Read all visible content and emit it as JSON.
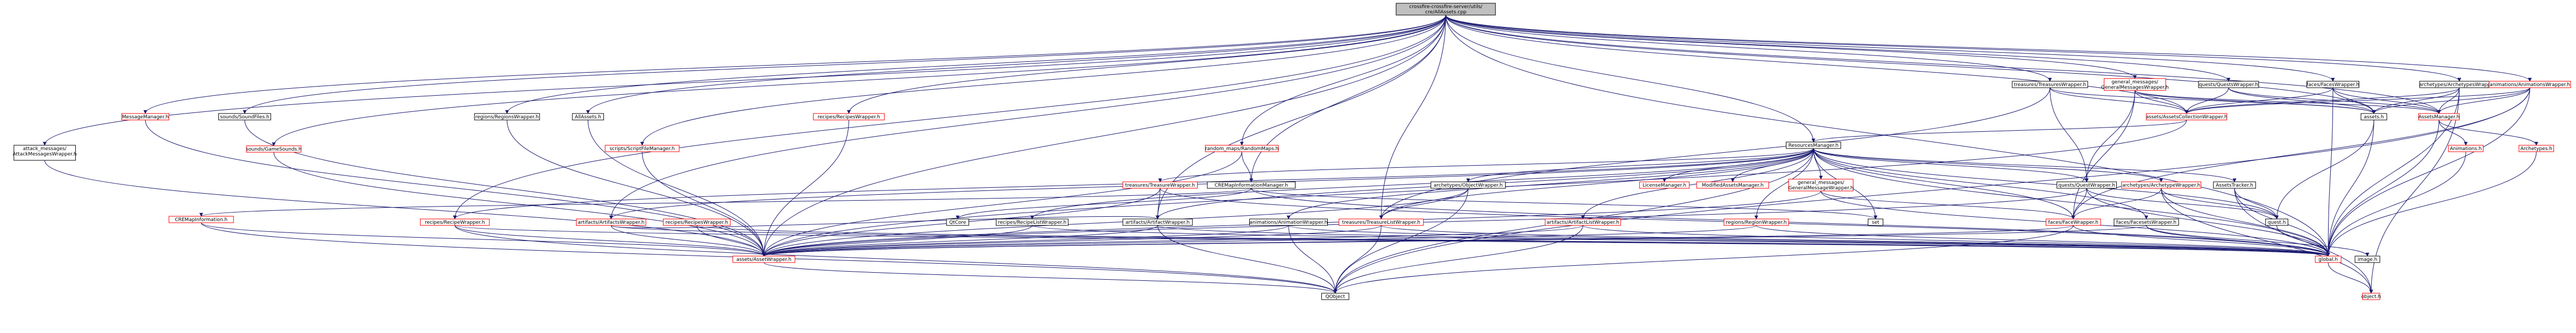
{
  "colors": {
    "edge": "#191970",
    "node_border_documented": "#000000",
    "node_border_undocumented": "#ff0000",
    "node_fill": "#ffffff",
    "root_fill": "#bfbfbf",
    "text": "#000000"
  },
  "nodes": [
    {
      "id": "root",
      "label": "crossfire-crossfire-server/utils/cre/AllAssets.cpp",
      "kind": "root"
    },
    {
      "id": "attack_messages_AttackMessagesWrapper",
      "label": "attack_messages/AttackMessagesWrapper.h",
      "kind": "doc"
    },
    {
      "id": "MessageManager",
      "label": "MessageManager.h",
      "kind": "undoc"
    },
    {
      "id": "sounds_SoundFiles",
      "label": "sounds/SoundFiles.h",
      "kind": "doc"
    },
    {
      "id": "sounds_GameSounds",
      "label": "sounds/GameSounds.h",
      "kind": "undoc"
    },
    {
      "id": "regions_RegionsWrapper",
      "label": "regions/RegionsWrapper.h",
      "kind": "doc"
    },
    {
      "id": "AllAssets",
      "label": "AllAssets.h",
      "kind": "doc"
    },
    {
      "id": "scripts_ScriptFileManager",
      "label": "scripts/ScriptFileManager.h",
      "kind": "undoc"
    },
    {
      "id": "recipes_RecipesWrapper",
      "label": "recipes/RecipesWrapper.h",
      "kind": "undoc"
    },
    {
      "id": "random_maps_RandomMaps",
      "label": "random_maps/RandomMaps.h",
      "kind": "undoc"
    },
    {
      "id": "CREMapInformationManager",
      "label": "CREMapInformationManager.h",
      "kind": "doc"
    },
    {
      "id": "treasures_TreasuresWrapper",
      "label": "treasures/TreasuresWrapper.h",
      "kind": "doc"
    },
    {
      "id": "general_messages_GeneralMessagesWrapper",
      "label": "general_messages/GeneralMessagesWrapper.h",
      "kind": "undoc"
    },
    {
      "id": "quests_QuestsWrapper",
      "label": "quests/QuestsWrapper.h",
      "kind": "doc"
    },
    {
      "id": "faces_FacesWrapper",
      "label": "faces/FacesWrapper.h",
      "kind": "doc"
    },
    {
      "id": "archetypes_ArchetypesWrapper",
      "label": "archetypes/ArchetypesWrapper.h",
      "kind": "doc"
    },
    {
      "id": "animations_AnimationsWrapper",
      "label": "animations/AnimationsWrapper.h",
      "kind": "undoc"
    },
    {
      "id": "assets_AssetsCollectionWrapper",
      "label": "assets/AssetsCollectionWrapper.h",
      "kind": "undoc"
    },
    {
      "id": "assets_h",
      "label": "assets.h",
      "kind": "doc"
    },
    {
      "id": "AssetsManager",
      "label": "AssetsManager.h",
      "kind": "undoc"
    },
    {
      "id": "ResourcesManager",
      "label": "ResourcesManager.h",
      "kind": "doc"
    },
    {
      "id": "Animations",
      "label": "Animations.h",
      "kind": "undoc"
    },
    {
      "id": "Archetypes",
      "label": "Archetypes.h",
      "kind": "undoc"
    },
    {
      "id": "CREMapInformation",
      "label": "CREMapInformation.h",
      "kind": "undoc"
    },
    {
      "id": "recipes_RecipeWrapper",
      "label": "recipes/RecipeWrapper.h",
      "kind": "undoc"
    },
    {
      "id": "artifacts_ArtifactsWrapper",
      "label": "artifacts/ArtifactsWrapper.h",
      "kind": "undoc"
    },
    {
      "id": "recipes_RecipesWrapper2",
      "label": "recipes/RecipesWrapper.h",
      "kind": "undoc"
    },
    {
      "id": "treasures_TreasureWrapper",
      "label": "treasures/TreasureWrapper.h",
      "kind": "undoc"
    },
    {
      "id": "QtCore",
      "label": "QtCore",
      "kind": "doc"
    },
    {
      "id": "recipes_RecipeListWrapper",
      "label": "recipes/RecipeListWrapper.h",
      "kind": "doc"
    },
    {
      "id": "artifacts_ArtifactWrapper",
      "label": "artifacts/ArtifactWrapper.h",
      "kind": "doc"
    },
    {
      "id": "archetypes_ObjectWrapper",
      "label": "archetypes/ObjectWrapper.h",
      "kind": "doc"
    },
    {
      "id": "animations_AnimationWrapper",
      "label": "animations/AnimationWrapper.h",
      "kind": "doc"
    },
    {
      "id": "treasures_TreasureListWrapper",
      "label": "treasures/TreasureListWrapper.h",
      "kind": "undoc"
    },
    {
      "id": "artifacts_ArtifactListWrapper",
      "label": "artifacts/ArtifactListWrapper.h",
      "kind": "undoc"
    },
    {
      "id": "LicenseManager",
      "label": "LicenseManager.h",
      "kind": "undoc"
    },
    {
      "id": "ModifiedAssetsManager",
      "label": "ModifiedAssetsManager.h",
      "kind": "undoc"
    },
    {
      "id": "general_messages_GeneralMessageWrapper",
      "label": "general_messages/GeneralMessageWrapper.h",
      "kind": "undoc"
    },
    {
      "id": "regions_RegionWrapper",
      "label": "regions/RegionWrapper.h",
      "kind": "undoc"
    },
    {
      "id": "set",
      "label": "set",
      "kind": "doc"
    },
    {
      "id": "quests_QuestWrapper",
      "label": "quests/QuestWrapper.h",
      "kind": "doc"
    },
    {
      "id": "archetypes_ArchetypeWrapper",
      "label": "archetypes/ArchetypeWrapper.h",
      "kind": "undoc"
    },
    {
      "id": "faces_FaceWrapper",
      "label": "faces/FaceWrapper.h",
      "kind": "undoc"
    },
    {
      "id": "faces_FacesetsWrapper",
      "label": "faces/FacesetsWrapper.h",
      "kind": "doc"
    },
    {
      "id": "AssetsTracker",
      "label": "AssetsTracker.h",
      "kind": "doc"
    },
    {
      "id": "quest_h",
      "label": "quest.h",
      "kind": "doc"
    },
    {
      "id": "assets_AssetWrapper",
      "label": "assets/AssetWrapper.h",
      "kind": "undoc"
    },
    {
      "id": "global_h",
      "label": "global.h",
      "kind": "undoc"
    },
    {
      "id": "image_h",
      "label": "image.h",
      "kind": "doc"
    },
    {
      "id": "QObject",
      "label": "QObject",
      "kind": "doc"
    },
    {
      "id": "object_h",
      "label": "object.h",
      "kind": "undoc"
    }
  ],
  "edges": [
    [
      "root",
      "attack_messages_AttackMessagesWrapper"
    ],
    [
      "root",
      "MessageManager"
    ],
    [
      "root",
      "sounds_SoundFiles"
    ],
    [
      "root",
      "sounds_GameSounds"
    ],
    [
      "root",
      "regions_RegionsWrapper"
    ],
    [
      "root",
      "AllAssets"
    ],
    [
      "root",
      "scripts_ScriptFileManager"
    ],
    [
      "root",
      "recipes_RecipesWrapper"
    ],
    [
      "root",
      "random_maps_RandomMaps"
    ],
    [
      "root",
      "CREMapInformationManager"
    ],
    [
      "root",
      "treasures_TreasuresWrapper"
    ],
    [
      "root",
      "general_messages_GeneralMessagesWrapper"
    ],
    [
      "root",
      "quests_QuestsWrapper"
    ],
    [
      "root",
      "faces_FacesWrapper"
    ],
    [
      "root",
      "archetypes_ArchetypesWrapper"
    ],
    [
      "root",
      "animations_AnimationsWrapper"
    ],
    [
      "root",
      "assets_AssetsCollectionWrapper"
    ],
    [
      "root",
      "assets_h"
    ],
    [
      "root",
      "AssetsManager"
    ],
    [
      "root",
      "ResourcesManager"
    ],
    [
      "root",
      "recipes_RecipeWrapper"
    ],
    [
      "root",
      "artifacts_ArtifactsWrapper"
    ],
    [
      "root",
      "artifacts_ArtifactWrapper"
    ],
    [
      "root",
      "treasures_TreasureListWrapper"
    ],
    [
      "root",
      "global_h"
    ],
    [
      "root",
      "assets_AssetWrapper"
    ],
    [
      "attack_messages_AttackMessagesWrapper",
      "assets_AssetWrapper"
    ],
    [
      "MessageManager",
      "assets_AssetWrapper"
    ],
    [
      "sounds_SoundFiles",
      "assets_AssetWrapper"
    ],
    [
      "sounds_GameSounds",
      "assets_AssetWrapper"
    ],
    [
      "regions_RegionsWrapper",
      "assets_AssetWrapper"
    ],
    [
      "AllAssets",
      "assets_AssetWrapper"
    ],
    [
      "scripts_ScriptFileManager",
      "assets_AssetWrapper"
    ],
    [
      "recipes_RecipesWrapper",
      "assets_AssetWrapper"
    ],
    [
      "random_maps_RandomMaps",
      "CREMapInformationManager"
    ],
    [
      "random_maps_RandomMaps",
      "assets_AssetWrapper"
    ],
    [
      "CREMapInformationManager",
      "CREMapInformation"
    ],
    [
      "CREMapInformationManager",
      "QtCore"
    ],
    [
      "CREMapInformationManager",
      "set"
    ],
    [
      "CREMapInformationManager",
      "global_h"
    ],
    [
      "treasures_TreasuresWrapper",
      "assets_AssetsCollectionWrapper"
    ],
    [
      "treasures_TreasuresWrapper",
      "treasures_TreasureListWrapper"
    ],
    [
      "treasures_TreasuresWrapper",
      "assets_h"
    ],
    [
      "treasures_TreasuresWrapper",
      "quests_QuestWrapper"
    ],
    [
      "general_messages_GeneralMessagesWrapper",
      "assets_AssetsCollectionWrapper"
    ],
    [
      "general_messages_GeneralMessagesWrapper",
      "faces_FaceWrapper"
    ],
    [
      "general_messages_GeneralMessagesWrapper",
      "quests_QuestWrapper"
    ],
    [
      "general_messages_GeneralMessagesWrapper",
      "assets_h"
    ],
    [
      "general_messages_GeneralMessagesWrapper",
      "AssetsManager"
    ],
    [
      "quests_QuestsWrapper",
      "assets_AssetsCollectionWrapper"
    ],
    [
      "quests_QuestsWrapper",
      "assets_h"
    ],
    [
      "quests_QuestsWrapper",
      "AssetsManager"
    ],
    [
      "faces_FacesWrapper",
      "assets_AssetsCollectionWrapper"
    ],
    [
      "faces_FacesWrapper",
      "assets_h"
    ],
    [
      "faces_FacesWrapper",
      "AssetsManager"
    ],
    [
      "faces_FacesWrapper",
      "global_h"
    ],
    [
      "archetypes_ArchetypesWrapper",
      "assets_AssetsCollectionWrapper"
    ],
    [
      "archetypes_ArchetypesWrapper",
      "assets_h"
    ],
    [
      "archetypes_ArchetypesWrapper",
      "AssetsManager"
    ],
    [
      "archetypes_ArchetypesWrapper",
      "global_h"
    ],
    [
      "archetypes_ArchetypesWrapper",
      "object_h"
    ],
    [
      "animations_AnimationsWrapper",
      "assets_AssetsCollectionWrapper"
    ],
    [
      "animations_AnimationsWrapper",
      "assets_h"
    ],
    [
      "animations_AnimationsWrapper",
      "AssetsManager"
    ],
    [
      "animations_AnimationsWrapper",
      "faces_FaceWrapper"
    ],
    [
      "animations_AnimationsWrapper",
      "global_h"
    ],
    [
      "animations_AnimationsWrapper",
      "QObject"
    ],
    [
      "assets_AssetsCollectionWrapper",
      "ResourcesManager"
    ],
    [
      "assets_AssetsCollectionWrapper",
      "assets_AssetWrapper"
    ],
    [
      "assets_h",
      "quest_h"
    ],
    [
      "assets_h",
      "global_h"
    ],
    [
      "AssetsManager",
      "Animations"
    ],
    [
      "AssetsManager",
      "Archetypes"
    ],
    [
      "AssetsManager",
      "global_h"
    ],
    [
      "Animations",
      "global_h"
    ],
    [
      "Archetypes",
      "global_h"
    ],
    [
      "ResourcesManager",
      "recipes_RecipeWrapper"
    ],
    [
      "ResourcesManager",
      "artifacts_ArtifactsWrapper"
    ],
    [
      "ResourcesManager",
      "treasures_TreasureWrapper"
    ],
    [
      "ResourcesManager",
      "recipes_RecipeListWrapper"
    ],
    [
      "ResourcesManager",
      "artifacts_ArtifactWrapper"
    ],
    [
      "ResourcesManager",
      "archetypes_ObjectWrapper"
    ],
    [
      "ResourcesManager",
      "animations_AnimationWrapper"
    ],
    [
      "ResourcesManager",
      "treasures_TreasureListWrapper"
    ],
    [
      "ResourcesManager",
      "artifacts_ArtifactListWrapper"
    ],
    [
      "ResourcesManager",
      "LicenseManager"
    ],
    [
      "ResourcesManager",
      "ModifiedAssetsManager"
    ],
    [
      "ResourcesManager",
      "general_messages_GeneralMessageWrapper"
    ],
    [
      "ResourcesManager",
      "regions_RegionWrapper"
    ],
    [
      "ResourcesManager",
      "quests_QuestWrapper"
    ],
    [
      "ResourcesManager",
      "archetypes_ArchetypeWrapper"
    ],
    [
      "ResourcesManager",
      "faces_FaceWrapper"
    ],
    [
      "ResourcesManager",
      "faces_FacesetsWrapper"
    ],
    [
      "ResourcesManager",
      "AssetsTracker"
    ],
    [
      "ResourcesManager",
      "quest_h"
    ],
    [
      "ResourcesManager",
      "global_h"
    ],
    [
      "ResourcesManager",
      "QObject"
    ],
    [
      "ResourcesManager",
      "set"
    ],
    [
      "CREMapInformation",
      "assets_AssetWrapper"
    ],
    [
      "CREMapInformation",
      "QObject"
    ],
    [
      "recipes_RecipeWrapper",
      "assets_AssetWrapper"
    ],
    [
      "recipes_RecipeWrapper",
      "global_h"
    ],
    [
      "recipes_RecipeWrapper",
      "QObject"
    ],
    [
      "artifacts_ArtifactsWrapper",
      "assets_AssetWrapper"
    ],
    [
      "artifacts_ArtifactsWrapper",
      "artifacts_ArtifactWrapper"
    ],
    [
      "artifacts_ArtifactsWrapper",
      "global_h"
    ],
    [
      "recipes_RecipesWrapper2",
      "assets_AssetWrapper"
    ],
    [
      "recipes_RecipesWrapper2",
      "global_h"
    ],
    [
      "treasures_TreasureWrapper",
      "artifacts_ArtifactWrapper"
    ],
    [
      "treasures_TreasureWrapper",
      "assets_AssetWrapper"
    ],
    [
      "treasures_TreasureWrapper",
      "global_h"
    ],
    [
      "recipes_RecipeListWrapper",
      "assets_AssetWrapper"
    ],
    [
      "recipes_RecipeListWrapper",
      "global_h"
    ],
    [
      "artifacts_ArtifactWrapper",
      "assets_AssetWrapper"
    ],
    [
      "artifacts_ArtifactWrapper",
      "global_h"
    ],
    [
      "artifacts_ArtifactWrapper",
      "QObject"
    ],
    [
      "archetypes_ObjectWrapper",
      "assets_AssetWrapper"
    ],
    [
      "archetypes_ObjectWrapper",
      "QObject"
    ],
    [
      "archetypes_ObjectWrapper",
      "treasures_TreasureListWrapper"
    ],
    [
      "animations_AnimationWrapper",
      "assets_AssetWrapper"
    ],
    [
      "animations_AnimationWrapper",
      "QObject"
    ],
    [
      "animations_AnimationWrapper",
      "global_h"
    ],
    [
      "treasures_TreasureListWrapper",
      "assets_AssetWrapper"
    ],
    [
      "treasures_TreasureListWrapper",
      "global_h"
    ],
    [
      "treasures_TreasureListWrapper",
      "QObject"
    ],
    [
      "artifacts_ArtifactListWrapper",
      "assets_AssetWrapper"
    ],
    [
      "artifacts_ArtifactListWrapper",
      "global_h"
    ],
    [
      "artifacts_ArtifactListWrapper",
      "QObject"
    ],
    [
      "general_messages_GeneralMessageWrapper",
      "assets_AssetWrapper"
    ],
    [
      "general_messages_GeneralMessageWrapper",
      "global_h"
    ],
    [
      "general_messages_GeneralMessageWrapper",
      "faces_FaceWrapper"
    ],
    [
      "regions_RegionWrapper",
      "assets_AssetWrapper"
    ],
    [
      "regions_RegionWrapper",
      "global_h"
    ],
    [
      "quests_QuestWrapper",
      "quest_h"
    ],
    [
      "quests_QuestWrapper",
      "global_h"
    ],
    [
      "quests_QuestWrapper",
      "faces_FaceWrapper"
    ],
    [
      "quests_QuestWrapper",
      "assets_AssetWrapper"
    ],
    [
      "archetypes_ArchetypeWrapper",
      "quest_h"
    ],
    [
      "archetypes_ArchetypeWrapper",
      "global_h"
    ],
    [
      "archetypes_ArchetypeWrapper",
      "faces_FaceWrapper"
    ],
    [
      "archetypes_ArchetypeWrapper",
      "object_h"
    ],
    [
      "faces_FaceWrapper",
      "global_h"
    ],
    [
      "faces_FaceWrapper",
      "assets_AssetWrapper"
    ],
    [
      "faces_FaceWrapper",
      "QObject"
    ],
    [
      "faces_FacesetsWrapper",
      "global_h"
    ],
    [
      "faces_FacesetsWrapper",
      "image_h"
    ],
    [
      "faces_FacesetsWrapper",
      "assets_AssetWrapper"
    ],
    [
      "AssetsTracker",
      "quest_h"
    ],
    [
      "AssetsTracker",
      "global_h"
    ],
    [
      "AssetsTracker",
      "object_h"
    ],
    [
      "quest_h",
      "global_h"
    ],
    [
      "assets_AssetWrapper",
      "QObject"
    ],
    [
      "global_h",
      "object_h"
    ]
  ]
}
